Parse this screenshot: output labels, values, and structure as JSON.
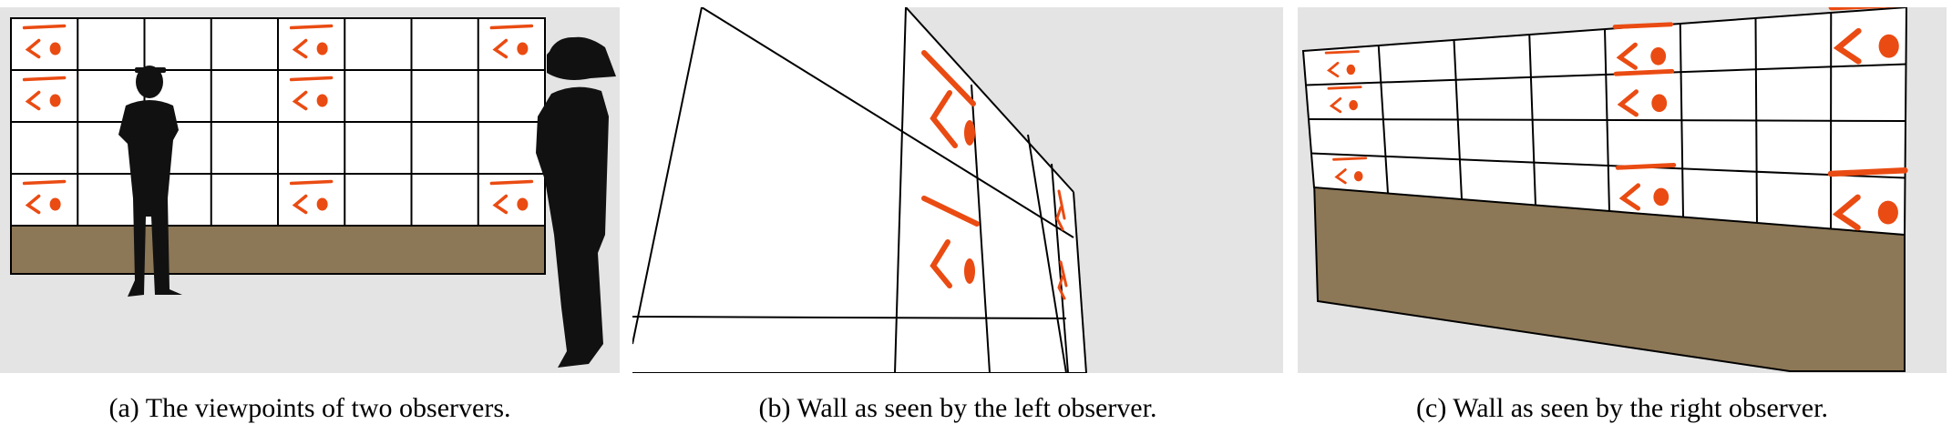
{
  "figure": {
    "panels": [
      {
        "id": "a",
        "caption": "(a)  The viewpoints of two observers."
      },
      {
        "id": "b",
        "caption": "(b)  Wall as seen by the left observer."
      },
      {
        "id": "c",
        "caption": "(c)  Wall as seen by the right observer."
      }
    ],
    "colors": {
      "background_gray": "#e3e4e3",
      "floor_brown": "#8c7756",
      "logo_orange": "#ea4b12",
      "silhouette": "#111111",
      "line": "#000000"
    },
    "wall_grid": {
      "columns": 8,
      "rows": 4
    },
    "logo_tiles": [
      [
        0,
        0
      ],
      [
        4,
        0
      ],
      [
        7,
        0
      ],
      [
        0,
        1
      ],
      [
        4,
        1
      ],
      [
        0,
        3
      ],
      [
        4,
        3
      ],
      [
        7,
        3
      ]
    ],
    "icons": [
      "orange-logo-icon",
      "person-silhouette-icon"
    ]
  }
}
